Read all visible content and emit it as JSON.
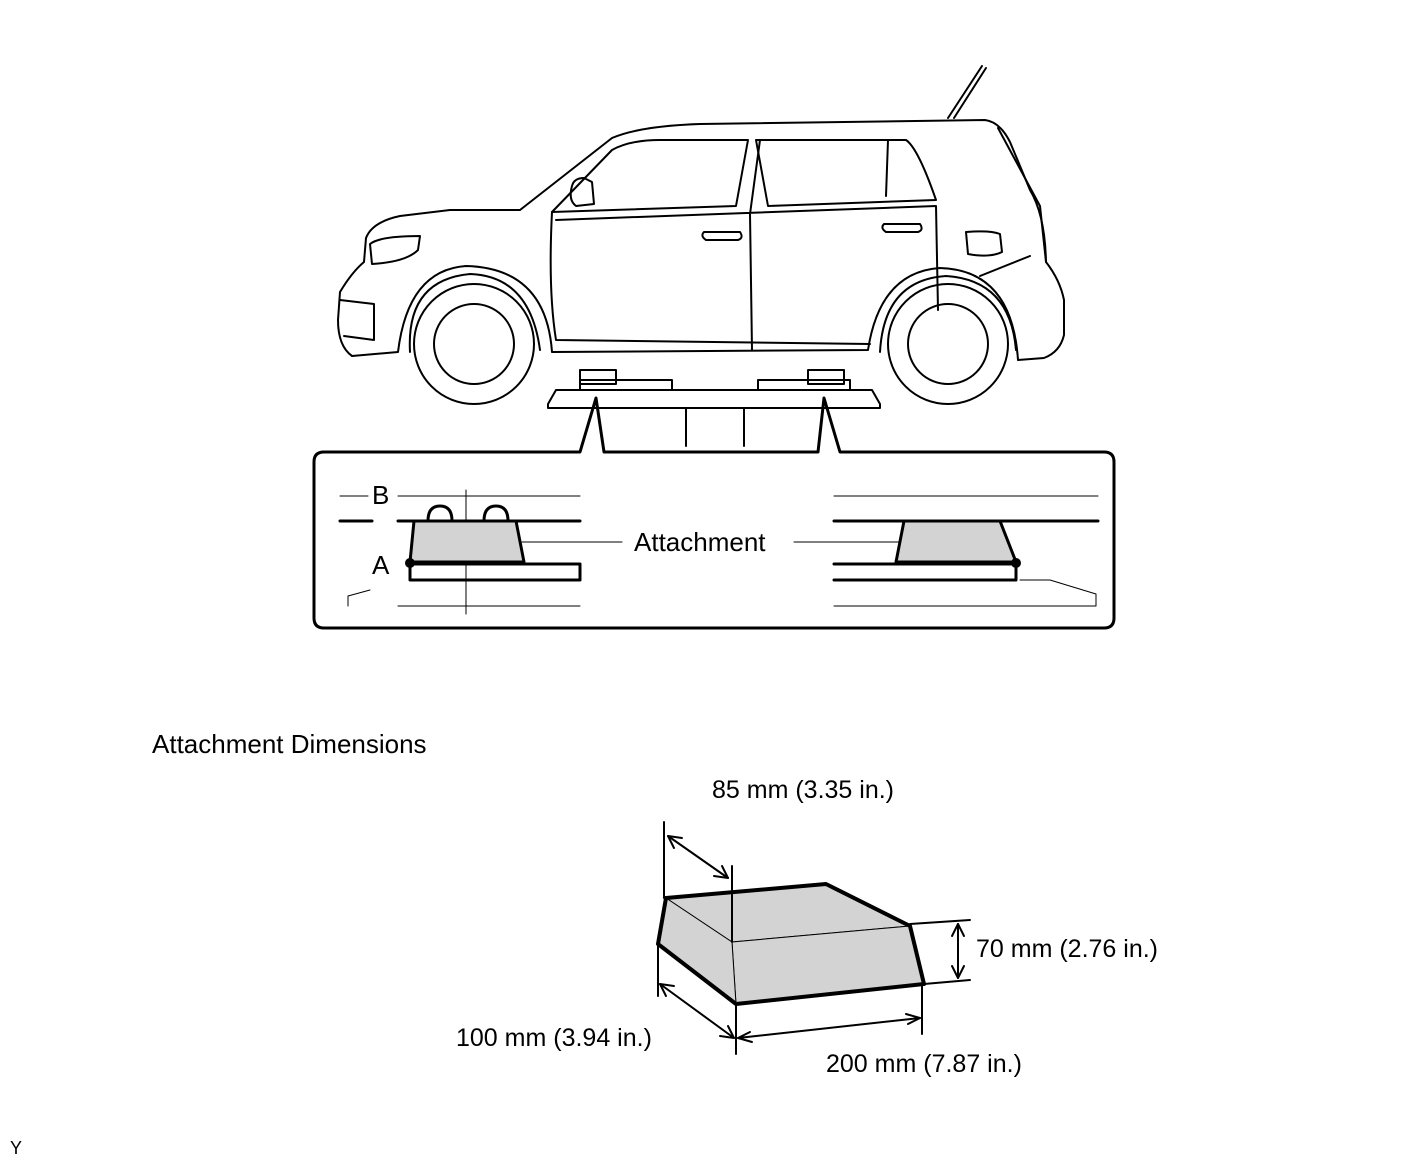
{
  "detail": {
    "label_b": "B",
    "label_a": "A",
    "attachment_label": "Attachment"
  },
  "section": {
    "heading": "Attachment Dimensions"
  },
  "dimensions": {
    "depth": "85 mm (3.35 in.)",
    "height": "70 mm (2.76 in.)",
    "width": "100 mm (3.94 in.)",
    "length": "200 mm (7.87 in.)"
  },
  "footer": {
    "code": "Y"
  },
  "colors": {
    "line": "#000000",
    "fill_gray": "#d3d3d3",
    "background": "#ffffff"
  }
}
